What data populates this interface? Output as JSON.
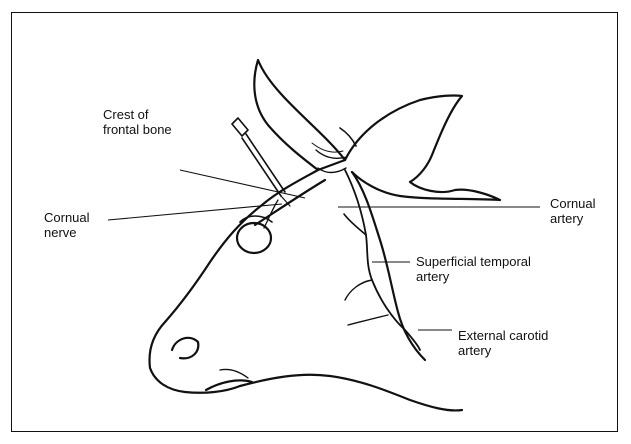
{
  "labels": {
    "crest": "Crest of\nfrontal bone",
    "cornual_nerve": "Cornual\nnerve",
    "cornual_artery": "Cornual\nartery",
    "superficial_temporal": "Superficial temporal\nartery",
    "external_carotid": "External carotid\nartery"
  }
}
